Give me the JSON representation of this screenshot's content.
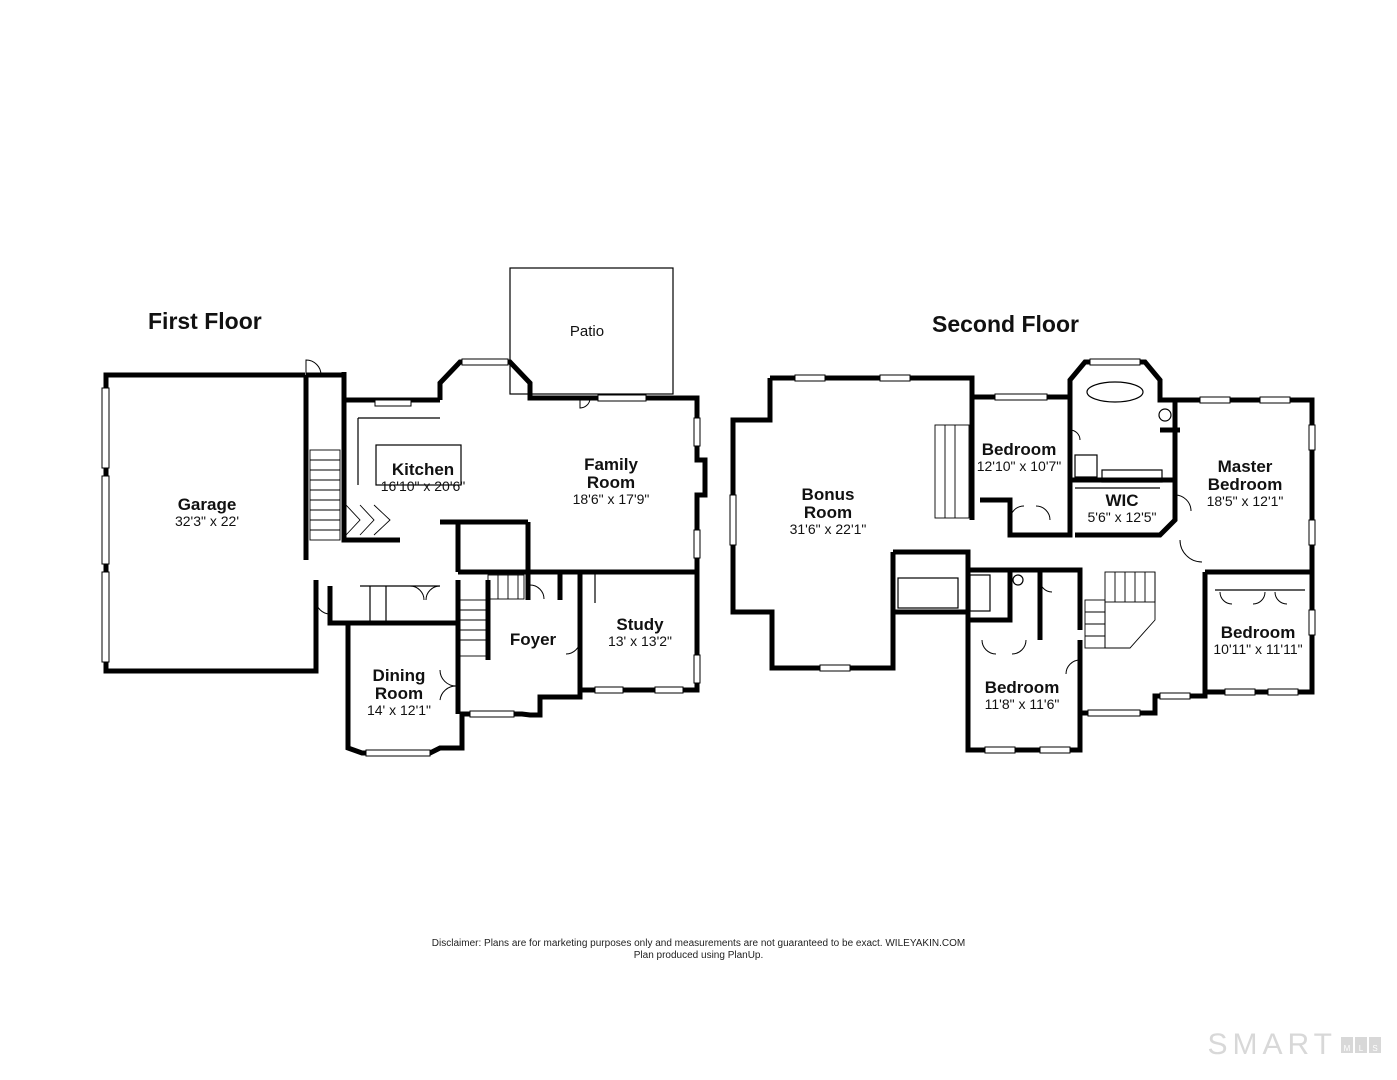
{
  "first_floor": {
    "title": "First Floor",
    "patio": "Patio",
    "rooms": [
      {
        "name": "Garage",
        "dim": "32'3\" x 22'"
      },
      {
        "name": "Kitchen",
        "dim": "16'10\" x 20'6\""
      },
      {
        "name_line1": "Family",
        "name_line2": "Room",
        "dim": "18'6\" x 17'9\""
      },
      {
        "name_line1": "Dining",
        "name_line2": "Room",
        "dim": "14' x 12'1\""
      },
      {
        "name": "Foyer"
      },
      {
        "name": "Study",
        "dim": "13' x 13'2\""
      }
    ]
  },
  "second_floor": {
    "title": "Second Floor",
    "rooms": [
      {
        "name_line1": "Bonus",
        "name_line2": "Room",
        "dim": "31'6\" x 22'1\""
      },
      {
        "name": "Bedroom",
        "dim": "12'10\" x 10'7\""
      },
      {
        "name": "WIC",
        "dim": "5'6\" x 12'5\""
      },
      {
        "name_line1": "Master",
        "name_line2": "Bedroom",
        "dim": "18'5\" x 12'1\""
      },
      {
        "name": "Bedroom",
        "dim": "10'11\" x 11'11\""
      },
      {
        "name": "Bedroom",
        "dim": "11'8\" x 11'6\""
      }
    ]
  },
  "footer": {
    "disclaimer": "Disclaimer: Plans are for marketing purposes only and measurements are not guaranteed to be exact. WILEYAKIN.COM",
    "produced_by": "Plan produced using PlanUp."
  },
  "logo": {
    "word": "SMART",
    "letters": [
      "M",
      "L",
      "S"
    ]
  }
}
